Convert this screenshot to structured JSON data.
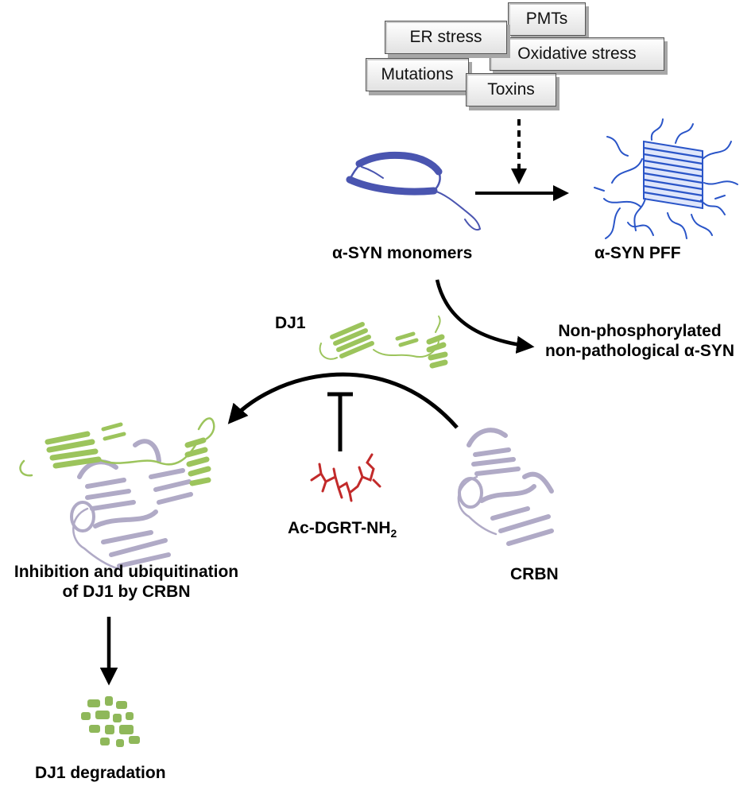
{
  "stress_factors": {
    "pmts": "PMTs",
    "er_stress": "ER stress",
    "oxidative_stress": "Oxidative stress",
    "mutations": "Mutations",
    "toxins": "Toxins"
  },
  "labels": {
    "asyn_monomers": "α-SYN monomers",
    "asyn_pff": "α-SYN PFF",
    "dj1": "DJ1",
    "non_phospho_line1": "Non-phosphorylated",
    "non_phospho_line2": "non-pathological α-SYN",
    "inhibitor_prefix": "Ac-DGRT-NH",
    "inhibitor_subscript": "2",
    "crbn": "CRBN",
    "complex_line1": "Inhibition and ubiquitination",
    "complex_line2": "of DJ1 by CRBN",
    "degradation": "DJ1 degradation"
  },
  "colors": {
    "asyn_monomer": "#4a55b0",
    "asyn_pff": "#2a55c8",
    "dj1": "#9cc45c",
    "crbn": "#b0aac6",
    "inhibitor": "#c22a2a",
    "degradation_fragments": "#8fb85a"
  }
}
